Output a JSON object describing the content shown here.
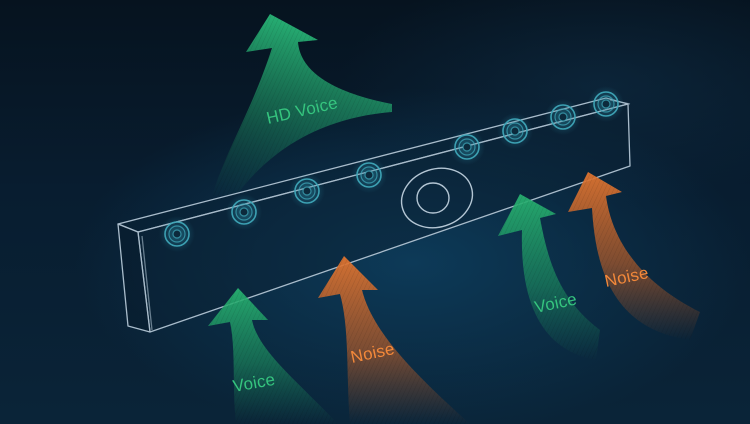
{
  "labels": {
    "hd_voice": "HD Voice",
    "voice_left": "Voice",
    "noise_center": "Noise",
    "voice_right": "Voice",
    "noise_right": "Noise"
  },
  "colors": {
    "voice_green": "#22a56a",
    "voice_text": "#33c47c",
    "noise_orange": "#d8702a",
    "noise_text": "#f08a3a",
    "mic_ring": "#3fa6b8",
    "device_outline": "#9fb3c4",
    "background": "#071a2b"
  },
  "device": {
    "microphone_count": 8,
    "has_camera_lens": true
  }
}
